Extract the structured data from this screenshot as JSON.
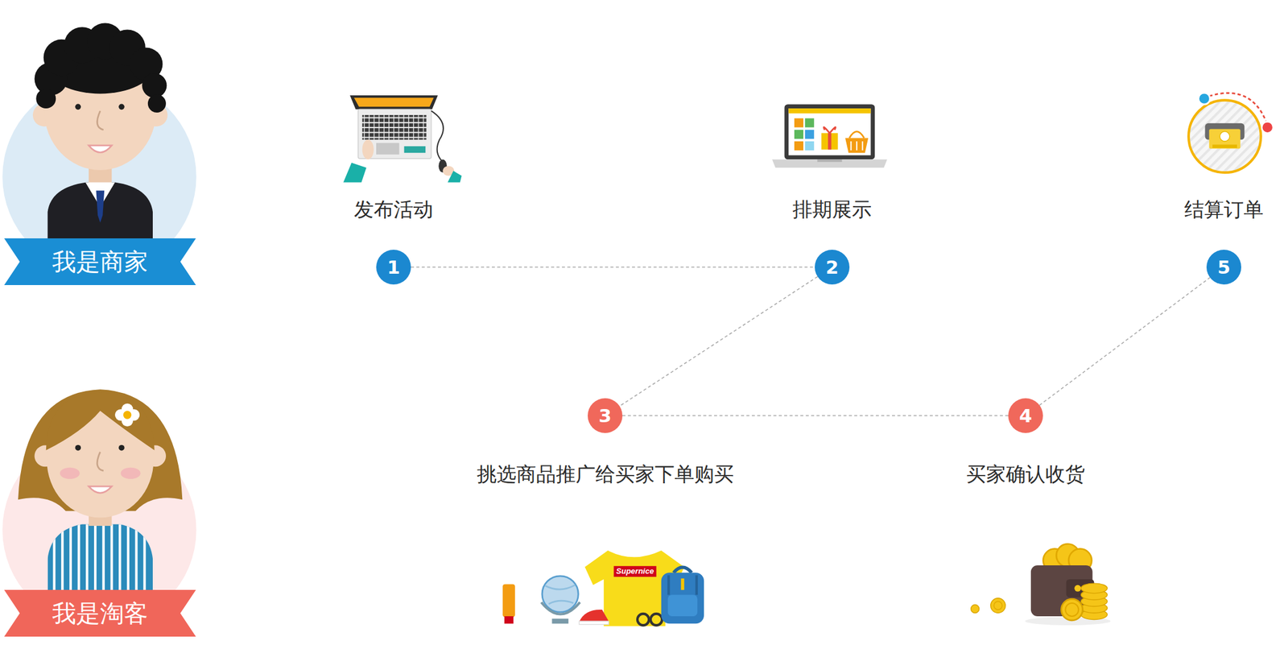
{
  "diagram": {
    "nodes": [
      {
        "text": [
          "我是商家"
        ]
      },
      {
        "text": [
          "我是淘客"
        ]
      },
      {
        "text": [
          "发布活动",
          "1"
        ]
      },
      {
        "text": [
          "排期展示",
          "2"
        ]
      },
      {
        "text": [
          "挑选商品推广给买家下单购买",
          "3"
        ]
      },
      {
        "text": [
          "买家确认收货",
          "4"
        ]
      },
      {
        "text": [
          "结算订单",
          "5"
        ]
      }
    ],
    "edges": [
      {
        "from": 2,
        "to": 3,
        "arrow": "none"
      },
      {
        "from": 3,
        "to": 4,
        "arrow": "none"
      },
      {
        "from": 4,
        "to": 5,
        "arrow": "none"
      },
      {
        "from": 5,
        "to": 6,
        "arrow": "none"
      }
    ],
    "labels": [
      "Supernice"
    ]
  }
}
